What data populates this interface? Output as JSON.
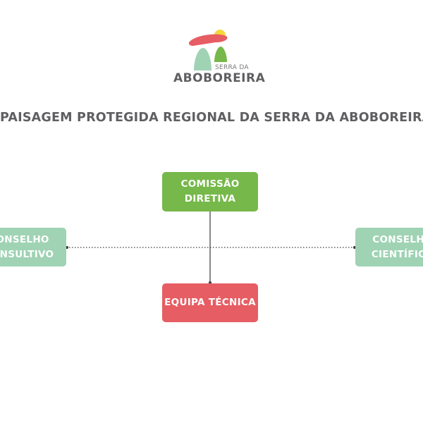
{
  "logo": {
    "small_text": "SERRA DA",
    "big_text": "ABOBOREIRA"
  },
  "title": "PAISAGEM PROTEGIDA REGIONAL DA SERRA DA ABOBOREIRA",
  "boxes": {
    "comissao": {
      "line1": "COMISSÃO",
      "line2": "DIRETIVA",
      "color": "#76b84a"
    },
    "equipa": {
      "line1": "EQUIPA TÉCNICA",
      "color": "#e65d63"
    },
    "consultivo": {
      "line1": "CONSELHO",
      "line2": "CONSULTIVO",
      "color": "#9fd3b4"
    },
    "cientifico": {
      "line1": "CONSELHO",
      "line2": "CIENTÍFICO",
      "color": "#9fd3b4"
    }
  },
  "colors": {
    "text": "#5f5f62",
    "logo_red": "#e65d63",
    "logo_yellow": "#f5d73a",
    "logo_mint": "#9fd3b4",
    "logo_green": "#76b84a"
  }
}
